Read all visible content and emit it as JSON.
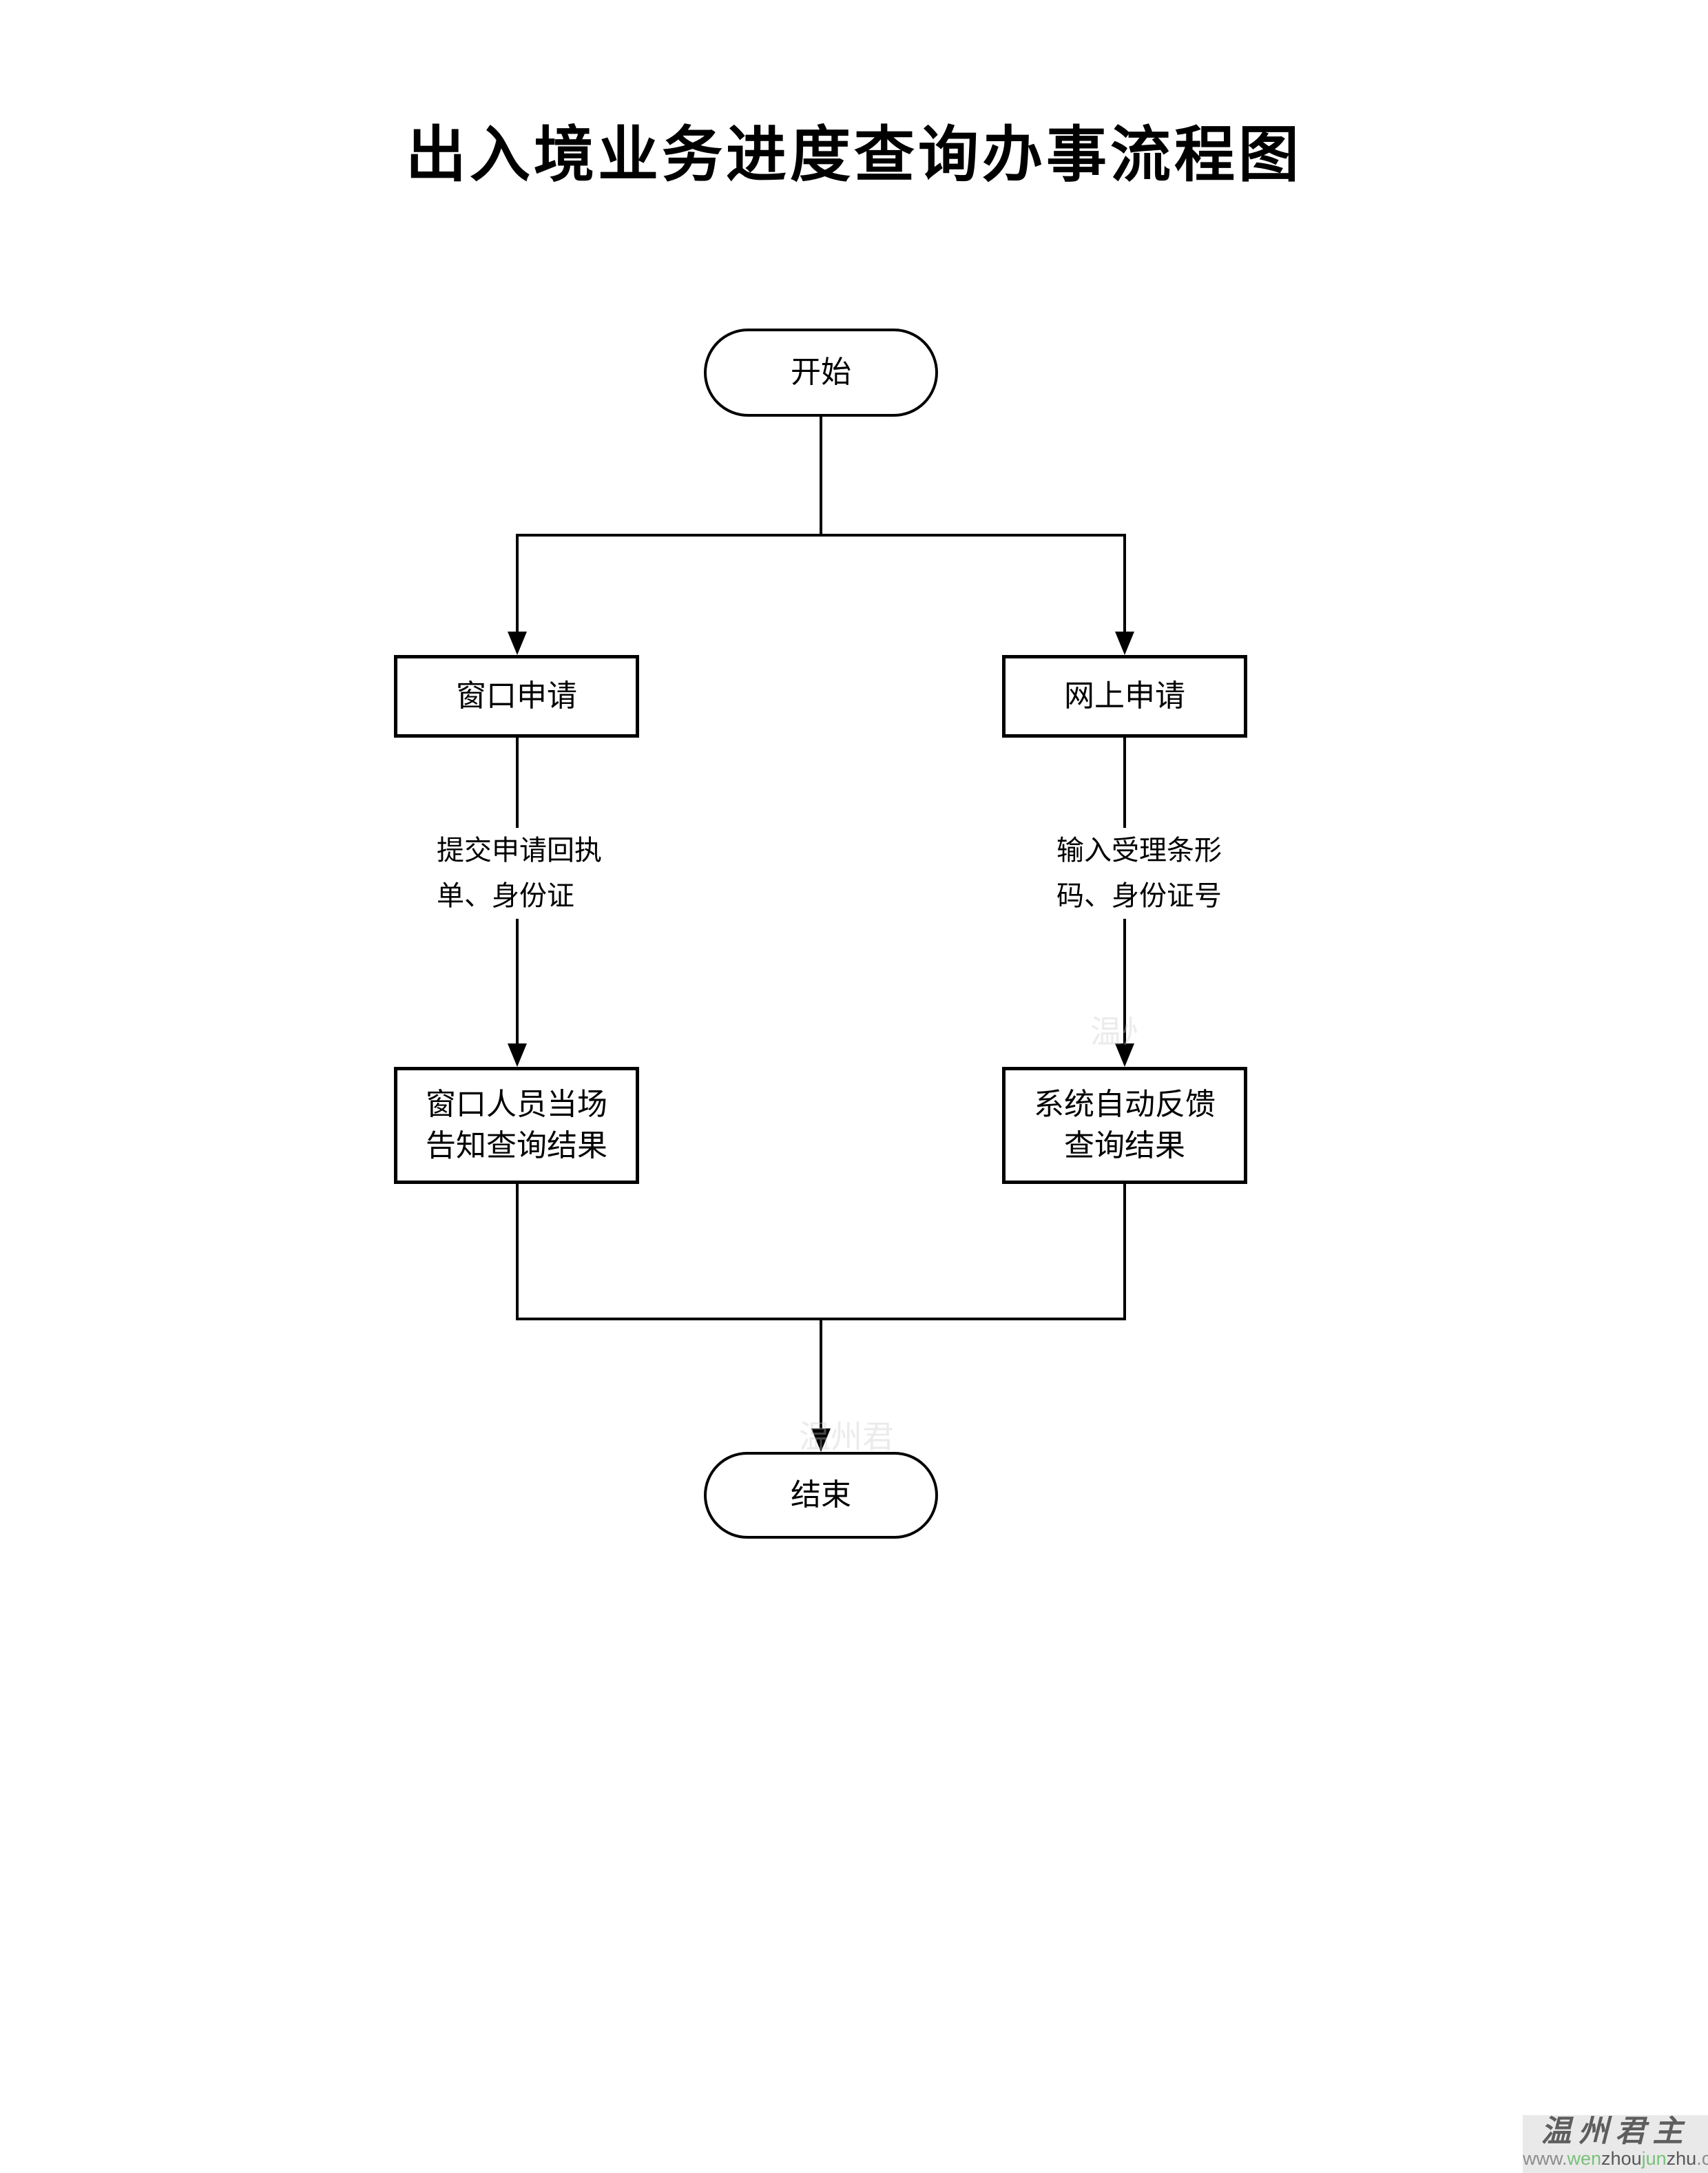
{
  "page": {
    "title": "出入境业务进度查询办事流程图",
    "background": "#ffffff",
    "line_color": "#000000"
  },
  "flowchart": {
    "nodes": {
      "start": {
        "type": "terminator",
        "label": "开始"
      },
      "window_apply": {
        "type": "process",
        "label": "窗口申请"
      },
      "online_apply": {
        "type": "process",
        "label": "网上申请"
      },
      "window_result": {
        "type": "process",
        "line1": "窗口人员当场",
        "line2": "告知查询结果"
      },
      "system_result": {
        "type": "process",
        "line1": "系统自动反馈",
        "line2": "查询结果"
      },
      "end": {
        "type": "terminator",
        "label": "结束"
      }
    },
    "edge_labels": {
      "window_branch": {
        "line1": "提交申请回执",
        "line2": "单、身份证"
      },
      "online_branch": {
        "line1": "输入受理条形",
        "line2": "码、身份证号"
      }
    }
  },
  "watermark": {
    "panel_bg": "#e9e9e9",
    "brand": "温州君主",
    "brand_color": "#5e5e5e",
    "ghost_text": "温州君主",
    "ghost_color": "#c8c8c8",
    "url_segments": [
      {
        "text": "www.",
        "color": "#8c8c8c"
      },
      {
        "text": "wen",
        "color": "#7ac07a"
      },
      {
        "text": "zhou",
        "color": "#585858"
      },
      {
        "text": "jun",
        "color": "#7ac07a"
      },
      {
        "text": "zhu",
        "color": "#585858"
      },
      {
        "text": ".com",
        "color": "#8c8c8c"
      }
    ]
  }
}
